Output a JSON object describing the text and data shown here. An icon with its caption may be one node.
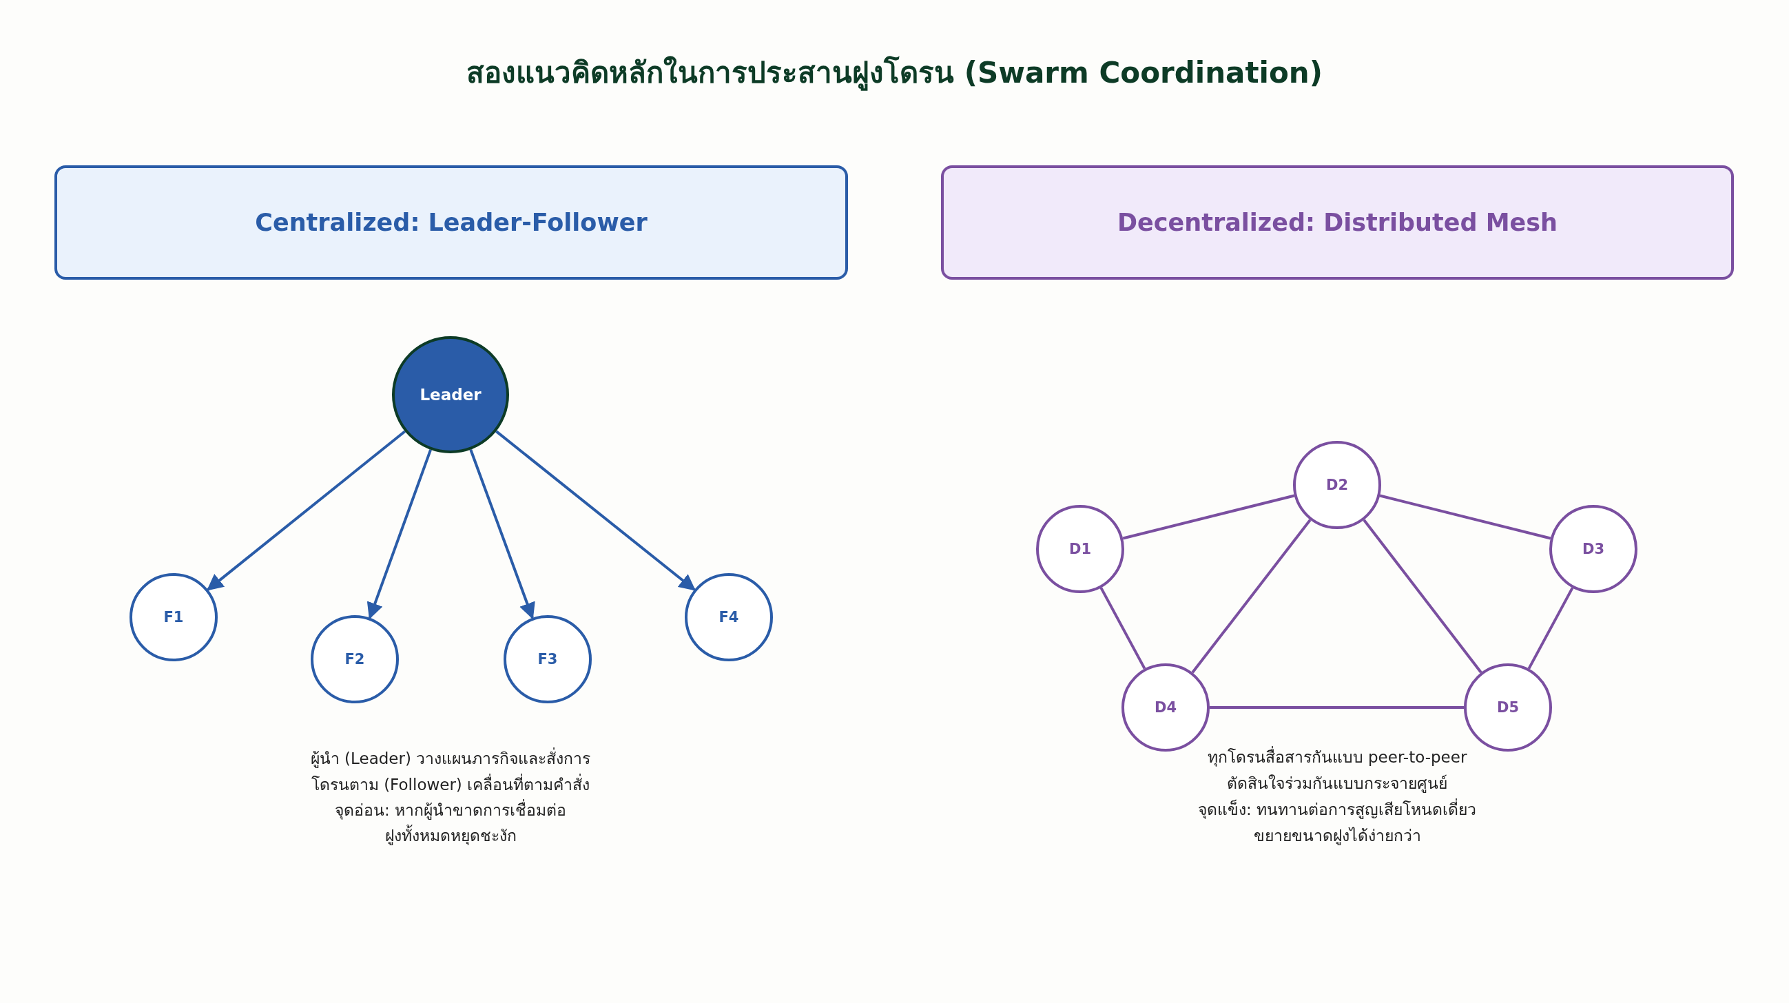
{
  "diagram": {
    "title": "สองแนวคิดหลักในการประสานฝูงโดรน (Swarm Coordination)",
    "nodes": [
      {
        "text": [
          "Centralized: Leader-Follower"
        ]
      },
      {
        "text": [
          "Decentralized: Distributed Mesh"
        ]
      },
      {
        "text": [
          "Leader"
        ]
      },
      {
        "text": [
          "F1"
        ]
      },
      {
        "text": [
          "F2"
        ]
      },
      {
        "text": [
          "F3"
        ]
      },
      {
        "text": [
          "F4"
        ]
      },
      {
        "text": [
          "D1"
        ]
      },
      {
        "text": [
          "D2"
        ]
      },
      {
        "text": [
          "D3"
        ]
      },
      {
        "text": [
          "D4"
        ]
      },
      {
        "text": [
          "D5"
        ]
      }
    ],
    "edges": [
      {
        "from": 2,
        "to": 3,
        "arrow": "to"
      },
      {
        "from": 2,
        "to": 4,
        "arrow": "to"
      },
      {
        "from": 2,
        "to": 5,
        "arrow": "to"
      },
      {
        "from": 2,
        "to": 6,
        "arrow": "to"
      },
      {
        "from": 7,
        "to": 8,
        "arrow": "none"
      },
      {
        "from": 8,
        "to": 9,
        "arrow": "none"
      },
      {
        "from": 7,
        "to": 10,
        "arrow": "none"
      },
      {
        "from": 8,
        "to": 10,
        "arrow": "none"
      },
      {
        "from": 8,
        "to": 11,
        "arrow": "none"
      },
      {
        "from": 9,
        "to": 11,
        "arrow": "none"
      },
      {
        "from": 10,
        "to": 11,
        "arrow": "none"
      }
    ],
    "labels": [
      "ผู้นำ (Leader) วางแผนภารกิจและสั่งการ",
      "โดรนตาม (Follower) เคลื่อนที่ตามคำสั่ง",
      "จุดอ่อน: หากผู้นำขาดการเชื่อมต่อ",
      "ฝูงทั้งหมดหยุดชะงัก",
      "ทุกโดรนสื่อสารกันแบบ peer-to-peer",
      "ตัดสินใจร่วมกันแบบกระจายศูนย์",
      "จุดแข็ง: ทนทานต่อการสูญเสียโหนดเดี่ยว",
      "ขยายขนาดฝูงได้ง่ายกว่า"
    ]
  }
}
